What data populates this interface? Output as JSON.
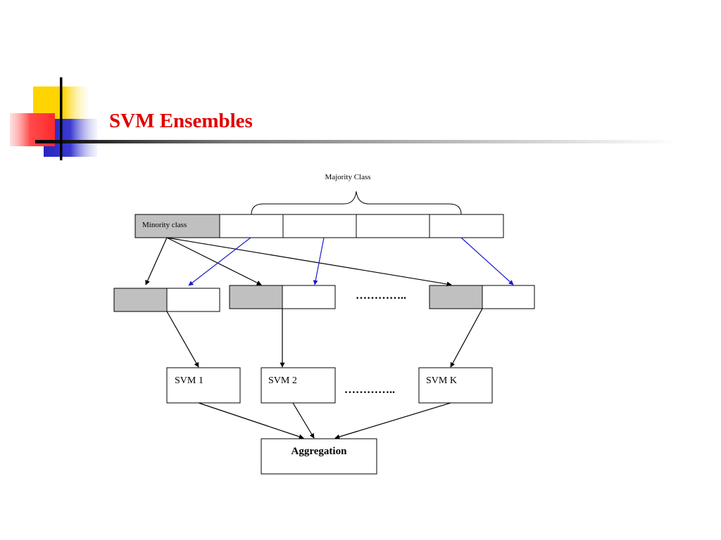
{
  "slide": {
    "title": "SVM Ensembles"
  },
  "colors": {
    "title": "#e00000",
    "accent_yellow": "#ffd400",
    "accent_red": "#ff3b3b",
    "accent_blue": "#2727c8",
    "minority_fill": "#c0c0c0",
    "majority_fill": "#ffffff",
    "arrow_black": "#000000",
    "arrow_blue": "#1a1acc"
  },
  "diagram": {
    "majority_label": "Majority Class",
    "minority_label": "Minority class",
    "ellipsis": "…………..",
    "classifiers": [
      "SVM 1",
      "SVM 2",
      "SVM K"
    ],
    "aggregation_label": "Aggregation"
  }
}
